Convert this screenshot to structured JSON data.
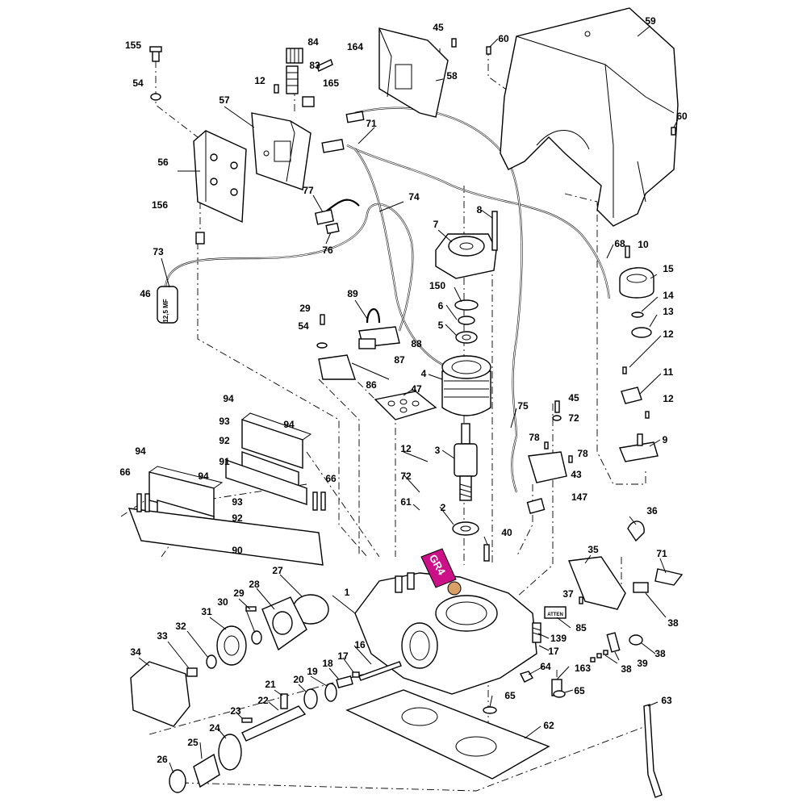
{
  "diagram": {
    "labels": {
      "l155": "155",
      "l54a": "54",
      "l84": "84",
      "l164": "164",
      "l83": "83",
      "l12a": "12",
      "l165": "165",
      "l57": "57",
      "l56": "56",
      "l156": "156",
      "l45a": "45",
      "l58": "58",
      "l60a": "60",
      "l59": "59",
      "l60b": "60",
      "l71a": "71",
      "l77": "77",
      "l74": "74",
      "l76": "76",
      "l7": "7",
      "l8": "8",
      "l68": "68",
      "l10": "10",
      "l15": "15",
      "l73": "73",
      "l46": "46",
      "l150": "150",
      "l14": "14",
      "l13": "13",
      "l12b": "12",
      "l89": "89",
      "l29a": "29",
      "l54b": "54",
      "l6": "6",
      "l5": "5",
      "l88": "88",
      "l87": "87",
      "l4": "4",
      "l86": "86",
      "l47": "47",
      "l11": "11",
      "l94a": "94",
      "l45b": "45",
      "l72a": "72",
      "l12c": "12",
      "l75": "75",
      "l93a": "93",
      "l94b": "94",
      "l92a": "92",
      "l12d": "12",
      "l78a": "78",
      "l78b": "78",
      "l9": "9",
      "l94c": "94",
      "l3": "3",
      "l91": "91",
      "l43": "43",
      "l66a": "66",
      "l94d": "94",
      "l72b": "72",
      "l66b": "66",
      "l93b": "93",
      "l61": "61",
      "l147": "147",
      "l2": "2",
      "l92b": "92",
      "l36": "36",
      "l40": "40",
      "l90": "90",
      "l35": "35",
      "l71b": "71",
      "l27": "27",
      "l28": "28",
      "l1": "1",
      "l29b": "29",
      "l37": "37",
      "l30": "30",
      "l31": "31",
      "l32": "32",
      "l85": "85",
      "l38a": "38",
      "l139": "139",
      "l34": "34",
      "l33": "33",
      "l16": "16",
      "l17a": "17",
      "l17b": "17",
      "l39": "39",
      "l38b": "38",
      "l38c": "38",
      "l19": "19",
      "l18": "18",
      "l64": "64",
      "l163": "163",
      "l21": "21",
      "l20": "20",
      "l22": "22",
      "l65a": "65",
      "l65b": "65",
      "l63": "63",
      "l23": "23",
      "l62": "62",
      "l24": "24",
      "l25": "25",
      "l26": "26"
    },
    "tags": {
      "gr4": "GR4",
      "capacitor": "12,5 MF",
      "warning": "ATTEN"
    },
    "colors": {
      "gr4_tag": "#cc1188",
      "grease_dot": "#d9a066"
    }
  }
}
